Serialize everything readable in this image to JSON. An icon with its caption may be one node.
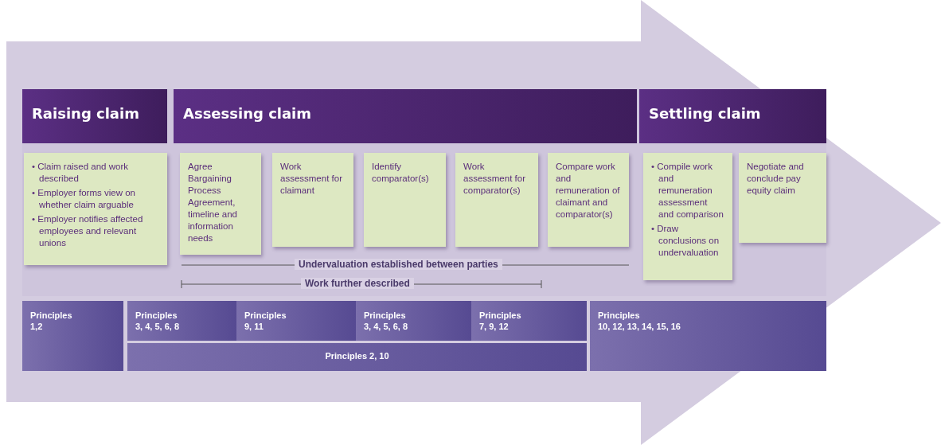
{
  "diagram": {
    "nodes": [
      {
        "text": [
          "Raising claim"
        ]
      },
      {
        "text": [
          "Assessing claim"
        ]
      },
      {
        "text": [
          "Settling claim"
        ]
      },
      {
        "text": [
          "• Claim raised and work described",
          "• Employer forms view on whether claim arguable",
          "• Employer notifies affected employees and relevant unions"
        ]
      },
      {
        "text": [
          "Agree Bargaining Process Agreement, timeline and information needs"
        ]
      },
      {
        "text": [
          "Work assessment for claimant"
        ]
      },
      {
        "text": [
          "Identify comparator(s)"
        ]
      },
      {
        "text": [
          "Work assessment for comparator(s)"
        ]
      },
      {
        "text": [
          "Compare work and remuneration of claimant and comparator(s)"
        ]
      },
      {
        "text": [
          "• Compile work and remuneration assessment and comparison",
          "• Draw conclusions on undervaluation"
        ]
      },
      {
        "text": [
          "Negotiate and conclude pay equity claim"
        ]
      },
      {
        "text": [
          "Principles",
          "1,2"
        ]
      },
      {
        "text": [
          "Principles",
          "3, 4, 5, 6, 8"
        ]
      },
      {
        "text": [
          "Principles",
          "9, 11"
        ]
      },
      {
        "text": [
          "Principles",
          "3, 4, 5, 6, 8"
        ]
      },
      {
        "text": [
          "Principles",
          "7, 9, 12"
        ]
      },
      {
        "text": [
          "Principles 2, 10"
        ]
      },
      {
        "text": [
          "Principles",
          "10, 12, 13, 14, 15, 16"
        ]
      }
    ],
    "edges": [],
    "labels": [
      "Undervaluation established between parties",
      "Work further described"
    ]
  }
}
